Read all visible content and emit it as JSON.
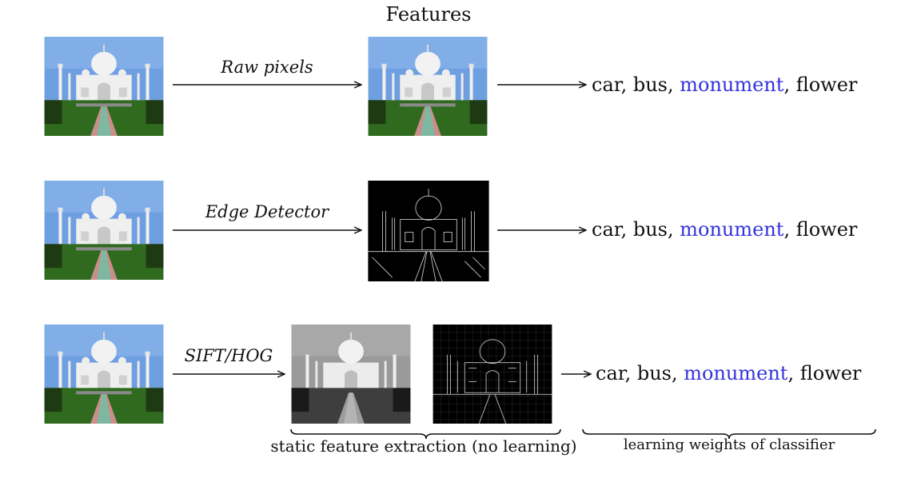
{
  "title": "Features",
  "rows": [
    {
      "method": "Raw pixels",
      "classes": {
        "c1": "car",
        "c2": "bus",
        "highlight": "monument",
        "c4": "flower"
      }
    },
    {
      "method": "Edge Detector",
      "classes": {
        "c1": "car",
        "c2": "bus",
        "highlight": "monument",
        "c4": "flower"
      }
    },
    {
      "method": "SIFT/HOG",
      "classes": {
        "c1": "car",
        "c2": "bus",
        "highlight": "monument",
        "c4": "flower"
      }
    }
  ],
  "braces": {
    "left": "static feature extraction (no learning)",
    "right": "learning weights of classifier"
  },
  "colors": {
    "highlight": "#3333dd",
    "sky": "#6e9fe0",
    "grass": "#2f6a1e",
    "path": "#c98e8a"
  },
  "icons": [
    "taj-mahal-photo",
    "taj-mahal-edge-map",
    "taj-mahal-grayscale-photo",
    "taj-mahal-hog-visualization"
  ]
}
